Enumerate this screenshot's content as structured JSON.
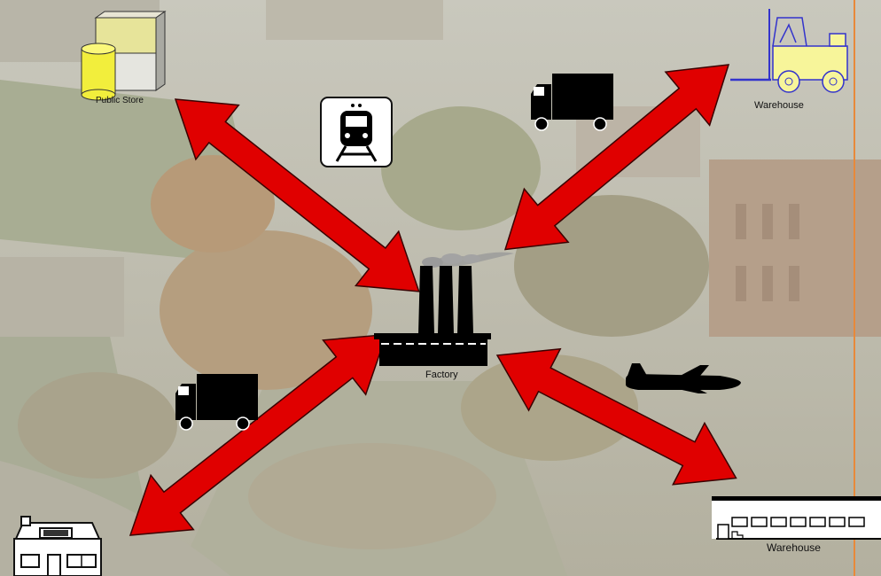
{
  "nodes": {
    "public_store": {
      "label": "Public Store"
    },
    "warehouse_top": {
      "label": "Warehouse"
    },
    "factory": {
      "label": "Factory"
    },
    "warehouse_bottom": {
      "label": "Warehouse"
    },
    "house": {
      "label": ""
    }
  },
  "transport_icons": [
    "train-icon",
    "truck-icon",
    "truck-icon",
    "airplane-icon"
  ],
  "colors": {
    "arrow": "#e00000",
    "arrow_outline": "#3a0000",
    "icon": "#000000",
    "accent_line": "#e8893a"
  }
}
